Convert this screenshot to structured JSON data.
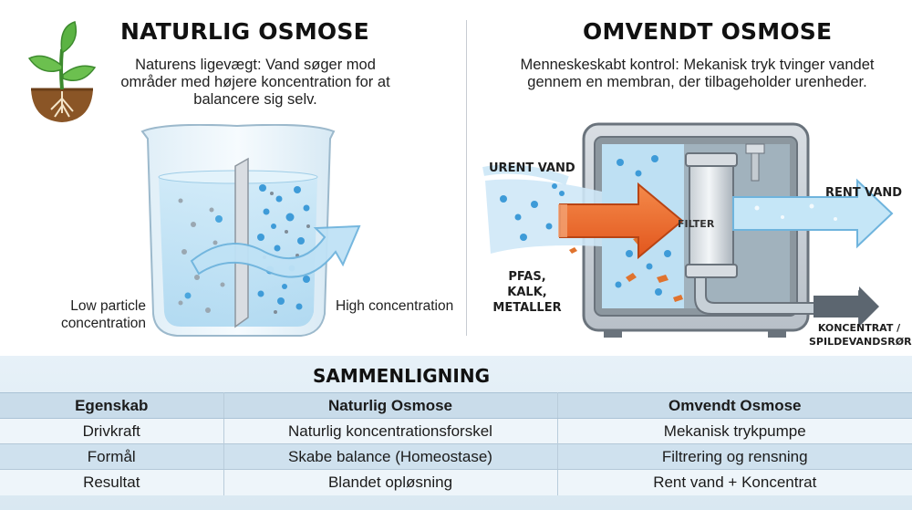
{
  "left": {
    "title": "NATURLIG OSMOSE",
    "description": "Naturens ligevægt: Vand søger mod områder med højere koncentration for at balancere sig selv.",
    "label_low": "Low particle concentration",
    "label_high": "High concentration",
    "icon": "sprout-icon"
  },
  "right": {
    "title": "OMVENDT OSMOSE",
    "description": "Menneskeskabt kontrol: Mekanisk tryk tvinger vandet gennem en membran, der tilbageholder urenheder.",
    "label_inlet": "URENT VAND",
    "label_contaminants": "PFAS, KALK, METALLER",
    "label_filter": "FILTER",
    "label_clean": "RENT VAND",
    "label_waste": "KONCENTRAT / SPILDEVANDSRØR"
  },
  "comparison": {
    "title": "SAMMENLIGNING",
    "headers": [
      "Egenskab",
      "Naturlig Osmose",
      "Omvendt Osmose"
    ],
    "rows": [
      [
        "Drivkraft",
        "Naturlig koncentrationsforskel",
        "Mekanisk trykpumpe"
      ],
      [
        "Formål",
        "Skabe balance (Homeostase)",
        "Filtrering og rensning"
      ],
      [
        "Resultat",
        "Blandet opløsning",
        "Rent vand + Koncentrat"
      ]
    ]
  },
  "colors": {
    "water": "#bfe2f5",
    "particle": "#3e9bd8",
    "pressure_arrow": "#ef6a2b",
    "clean_arrow": "#bfe4f6",
    "waste_arrow": "#5c6670",
    "table_header": "#c9dcea"
  }
}
